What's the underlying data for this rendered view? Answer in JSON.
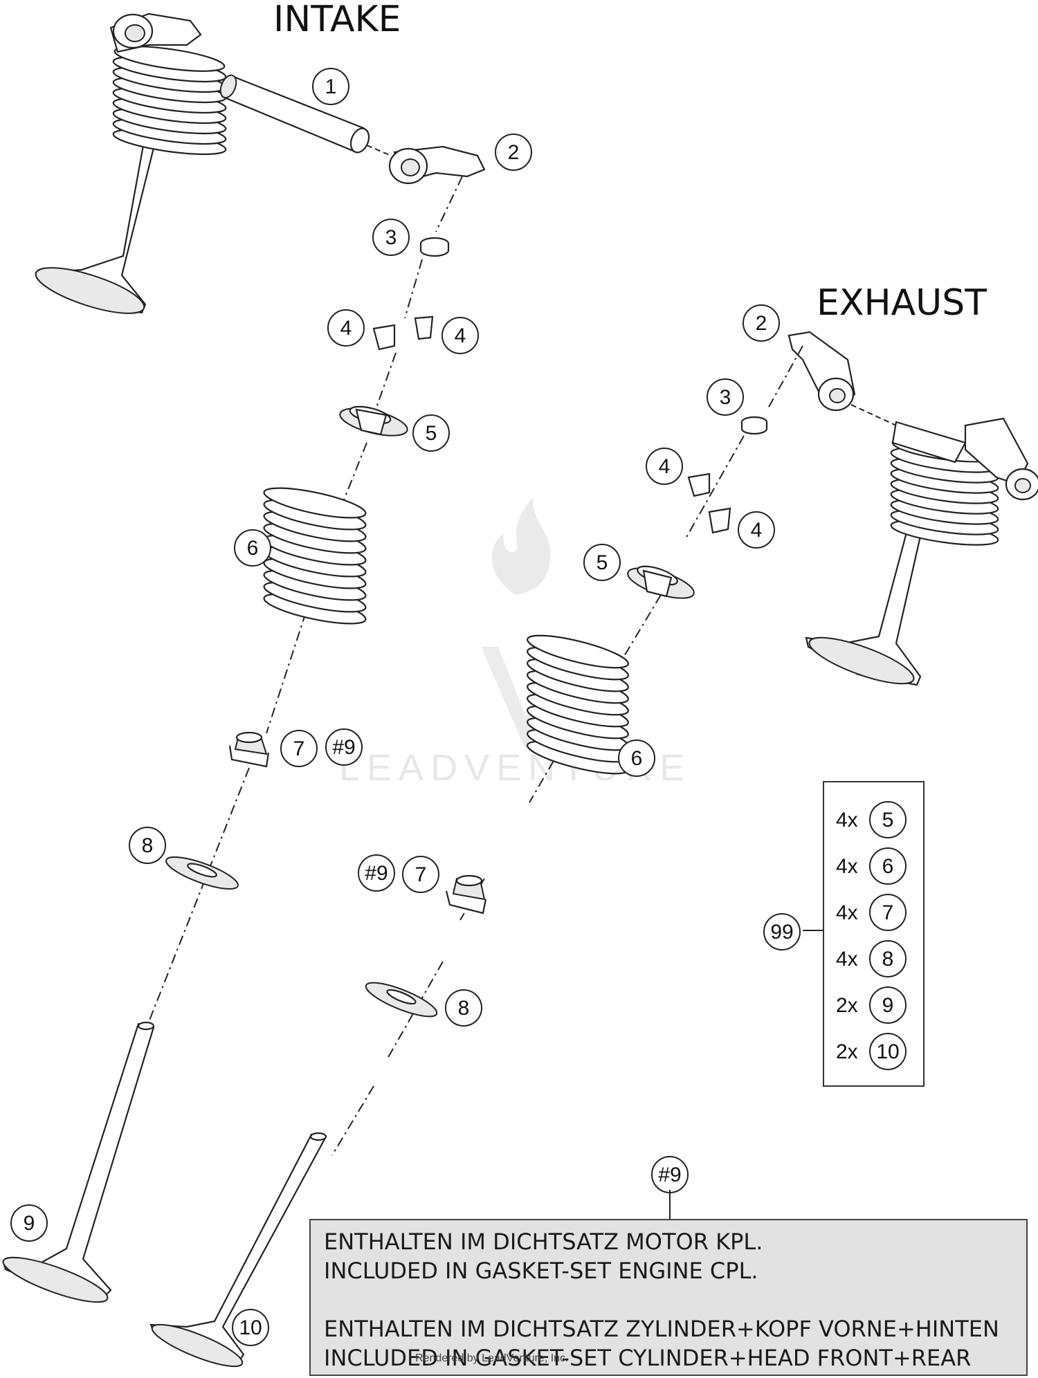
{
  "titles": {
    "intake": "INTAKE",
    "exhaust": "EXHAUST"
  },
  "callouts": {
    "intake_1": "1",
    "intake_2": "2",
    "intake_3": "3",
    "intake_4a": "4",
    "intake_4b": "4",
    "intake_5": "5",
    "intake_6": "6",
    "intake_7": "7",
    "intake_7_ref": "#9",
    "intake_8": "8",
    "intake_9": "9",
    "exhaust_2": "2",
    "exhaust_3": "3",
    "exhaust_4a": "4",
    "exhaust_4b": "4",
    "exhaust_5": "5",
    "exhaust_6": "6",
    "exhaust_7": "7",
    "exhaust_7_ref": "#9",
    "exhaust_8": "8",
    "exhaust_10": "10",
    "kit": "99",
    "note_ref": "#9"
  },
  "kit_contents": [
    {
      "qty": "4x",
      "part": "5"
    },
    {
      "qty": "4x",
      "part": "6"
    },
    {
      "qty": "4x",
      "part": "7"
    },
    {
      "qty": "4x",
      "part": "8"
    },
    {
      "qty": "2x",
      "part": "9"
    },
    {
      "qty": "2x",
      "part": "10"
    }
  ],
  "note": {
    "line1": "ENTHALTEN IM DICHTSATZ MOTOR KPL.",
    "line2": "INCLUDED IN GASKET-SET ENGINE CPL.",
    "line3": "ENTHALTEN IM DICHTSATZ ZYLINDER+KOPF VORNE+HINTEN",
    "line4": "INCLUDED IN GASKET-SET CYLINDER+HEAD FRONT+REAR"
  },
  "watermark": "LEADVENTURE",
  "credit": "Rendered by LeadVenture, Inc."
}
